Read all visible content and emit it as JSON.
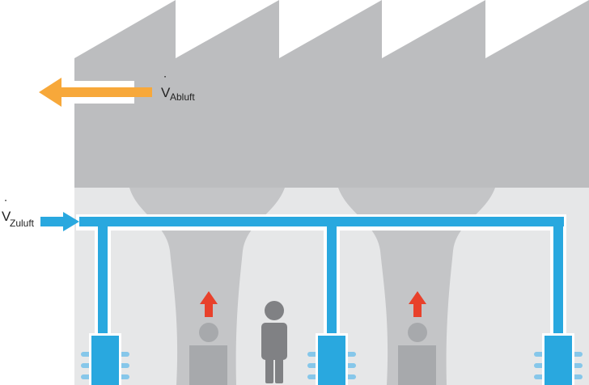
{
  "labels": {
    "exhaust": {
      "symbol": "V",
      "dot": "˙",
      "subscript": "Abluft"
    },
    "supply": {
      "symbol": "V",
      "dot": "˙",
      "subscript": "Zuluft"
    }
  },
  "colors": {
    "hall_upper": "#bcbdbf",
    "hall_lower": "#e6e7e8",
    "plume": "#c4c5c7",
    "duct": "#29a8df",
    "exhaust_arrow": "#f7a83a",
    "heat_arrow": "#e8412b",
    "person": "#808184",
    "machine": "#a7a9ac"
  },
  "icons": [
    "exhaust-arrow-icon",
    "supply-arrow-icon",
    "heat-arrow-icon",
    "person-icon",
    "diffuser-icon"
  ]
}
